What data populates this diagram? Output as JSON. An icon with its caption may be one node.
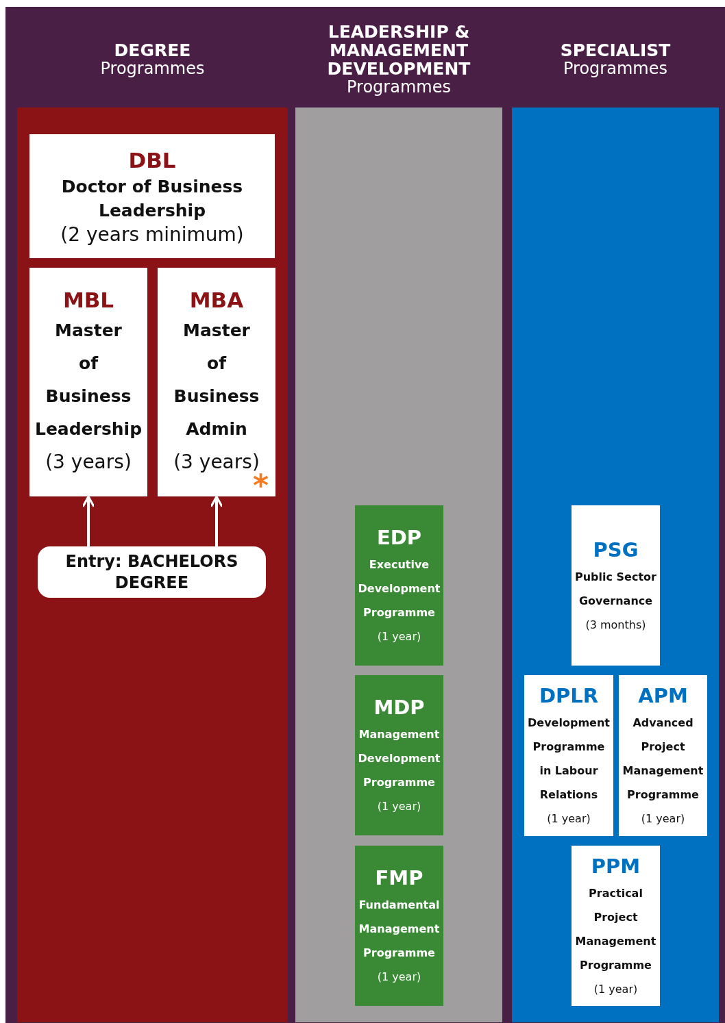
{
  "diagram": {
    "nodes": [
      {
        "text": [
          "DEGREE",
          "Programmes"
        ]
      },
      {
        "text": [
          "DBL",
          "Doctor of Business Leadership",
          "(2 years minimum)"
        ],
        "in": 0
      },
      {
        "text": [
          "MBL",
          "Master of Business Leadership",
          "(3 years)"
        ],
        "in": 0
      },
      {
        "text": [
          "MBA",
          "Master of Business Admin",
          "(3 years)",
          "*"
        ],
        "in": 0
      },
      {
        "text": [
          "Entry: BACHELORS DEGREE"
        ],
        "in": 0
      },
      {
        "text": [
          "LEADERSHIP & MANAGEMENT DEVELOPMENT",
          "Programmes"
        ]
      },
      {
        "text": [
          "EDP",
          "Executive Development Programme",
          "(1 year)"
        ],
        "in": 5
      },
      {
        "text": [
          "MDP",
          "Management Development Programme",
          "(1 year)"
        ],
        "in": 5
      },
      {
        "text": [
          "FMP",
          "Fundamental Management Programme",
          "(1 year)"
        ],
        "in": 5
      },
      {
        "text": [
          "SPECIALIST",
          "Programmes"
        ]
      },
      {
        "text": [
          "PSG",
          "Public Sector Governance",
          "(3 months)"
        ],
        "in": 9
      },
      {
        "text": [
          "DPLR",
          "Development Programme in Labour Relations",
          "(1 year)"
        ],
        "in": 9
      },
      {
        "text": [
          "APM",
          "Advanced Project Management Programme",
          "(1 year)"
        ],
        "in": 9
      },
      {
        "text": [
          "PPM",
          "Practical Project Management Programme",
          "(1 year)"
        ],
        "in": 9
      }
    ],
    "edges": [
      {
        "from": 4,
        "to": 2,
        "arrow": "to"
      },
      {
        "from": 4,
        "to": 3,
        "arrow": "to"
      }
    ]
  }
}
